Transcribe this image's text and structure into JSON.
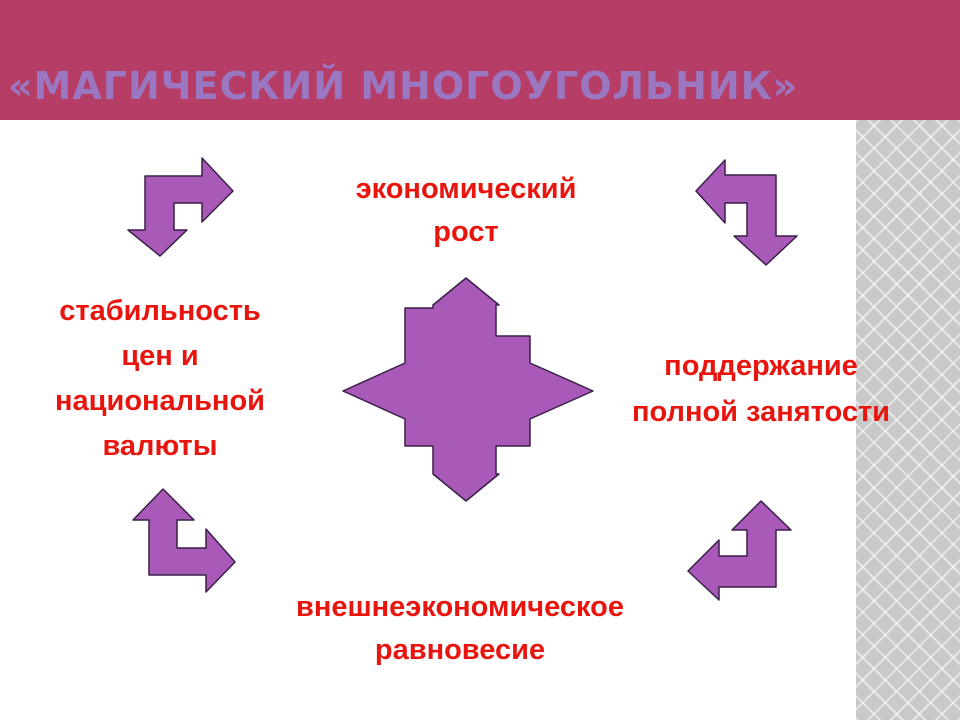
{
  "slide": {
    "title": "«МАГИЧЕСКИЙ МНОГОУГОЛЬНИК»"
  },
  "nodes": {
    "top": {
      "lines": [
        "экономический",
        "рост"
      ]
    },
    "left": {
      "lines": [
        "стабильность",
        "цен и",
        "национальной",
        "валюты"
      ]
    },
    "right": {
      "lines": [
        "поддержание",
        "полной занятости"
      ]
    },
    "bottom": {
      "lines": [
        "внешнеэкономическое",
        "равновесие"
      ]
    }
  },
  "colors": {
    "header": "#b63d65",
    "title": "#9b77c2",
    "text": "#e8150f",
    "shape_fill": "#a95ab8",
    "shape_stroke": "#3b1f49"
  },
  "icons": {
    "center": "four-way-arrow",
    "corners": "bent-arrow"
  }
}
